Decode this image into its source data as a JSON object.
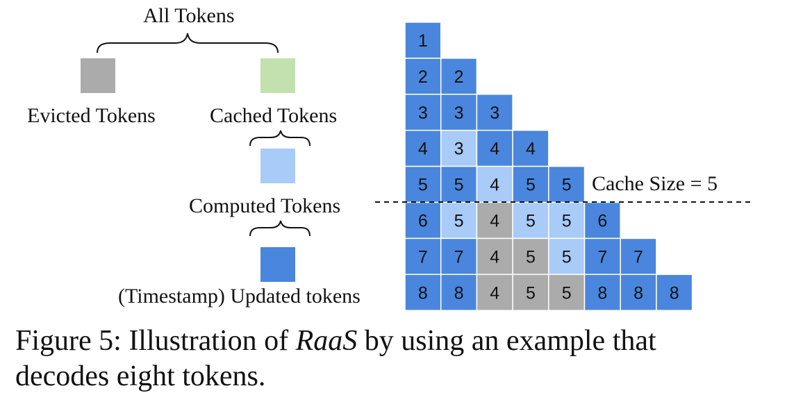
{
  "legend": {
    "all_tokens": "All Tokens",
    "evicted_tokens": "Evicted Tokens",
    "cached_tokens": "Cached Tokens",
    "computed_tokens": "Computed Tokens",
    "updated_tokens": "(Timestamp) Updated tokens"
  },
  "cache_label": "Cache Size = 5",
  "caption": {
    "prefix": "Figure 5: Illustration of ",
    "method": "RaaS",
    "suffix_line1": " by using an example that",
    "line2": "decodes eight tokens."
  },
  "colors": {
    "updated": "#4a86dd",
    "computed": "#a8cbf7",
    "evicted": "#ababab",
    "cached": "#c3e1ae"
  },
  "grid": [
    [
      {
        "v": "1",
        "s": "updated"
      }
    ],
    [
      {
        "v": "2",
        "s": "updated"
      },
      {
        "v": "2",
        "s": "updated"
      }
    ],
    [
      {
        "v": "3",
        "s": "updated"
      },
      {
        "v": "3",
        "s": "updated"
      },
      {
        "v": "3",
        "s": "updated"
      }
    ],
    [
      {
        "v": "4",
        "s": "updated"
      },
      {
        "v": "3",
        "s": "computed"
      },
      {
        "v": "4",
        "s": "updated"
      },
      {
        "v": "4",
        "s": "updated"
      }
    ],
    [
      {
        "v": "5",
        "s": "updated"
      },
      {
        "v": "5",
        "s": "updated"
      },
      {
        "v": "4",
        "s": "computed"
      },
      {
        "v": "5",
        "s": "updated"
      },
      {
        "v": "5",
        "s": "updated"
      }
    ],
    [
      {
        "v": "6",
        "s": "updated"
      },
      {
        "v": "5",
        "s": "computed"
      },
      {
        "v": "4",
        "s": "evicted"
      },
      {
        "v": "5",
        "s": "computed"
      },
      {
        "v": "5",
        "s": "computed"
      },
      {
        "v": "6",
        "s": "updated"
      }
    ],
    [
      {
        "v": "7",
        "s": "updated"
      },
      {
        "v": "7",
        "s": "updated"
      },
      {
        "v": "4",
        "s": "evicted"
      },
      {
        "v": "5",
        "s": "evicted"
      },
      {
        "v": "5",
        "s": "computed"
      },
      {
        "v": "7",
        "s": "updated"
      },
      {
        "v": "7",
        "s": "updated"
      }
    ],
    [
      {
        "v": "8",
        "s": "updated"
      },
      {
        "v": "8",
        "s": "updated"
      },
      {
        "v": "4",
        "s": "evicted"
      },
      {
        "v": "5",
        "s": "evicted"
      },
      {
        "v": "5",
        "s": "evicted"
      },
      {
        "v": "8",
        "s": "updated"
      },
      {
        "v": "8",
        "s": "updated"
      },
      {
        "v": "8",
        "s": "updated"
      }
    ]
  ]
}
